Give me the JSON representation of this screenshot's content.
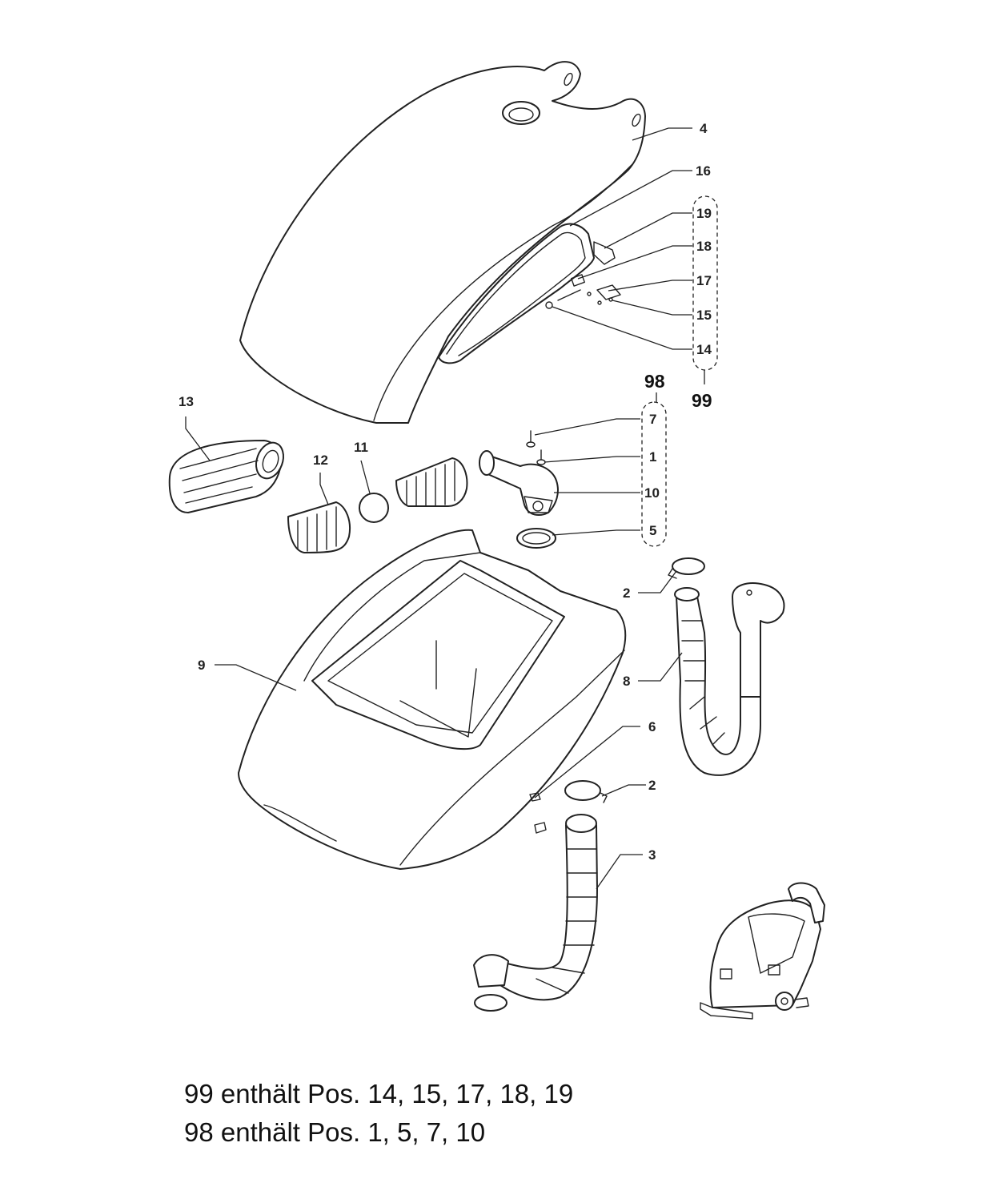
{
  "callouts": {
    "p4": "4",
    "p16": "16",
    "p19": "19",
    "p18": "18",
    "p17": "17",
    "p15": "15",
    "p14": "14",
    "p99": "99",
    "p98": "98",
    "p7": "7",
    "p1": "1",
    "p10": "10",
    "p5": "5",
    "p13": "13",
    "p12": "12",
    "p11": "11",
    "p9": "9",
    "p2a": "2",
    "p8": "8",
    "p6": "6",
    "p2b": "2",
    "p3": "3"
  },
  "notes": [
    "99 enthält Pos. 14, 15, 17, 18, 19",
    "98 enthält Pos. 1, 5, 7, 10"
  ]
}
